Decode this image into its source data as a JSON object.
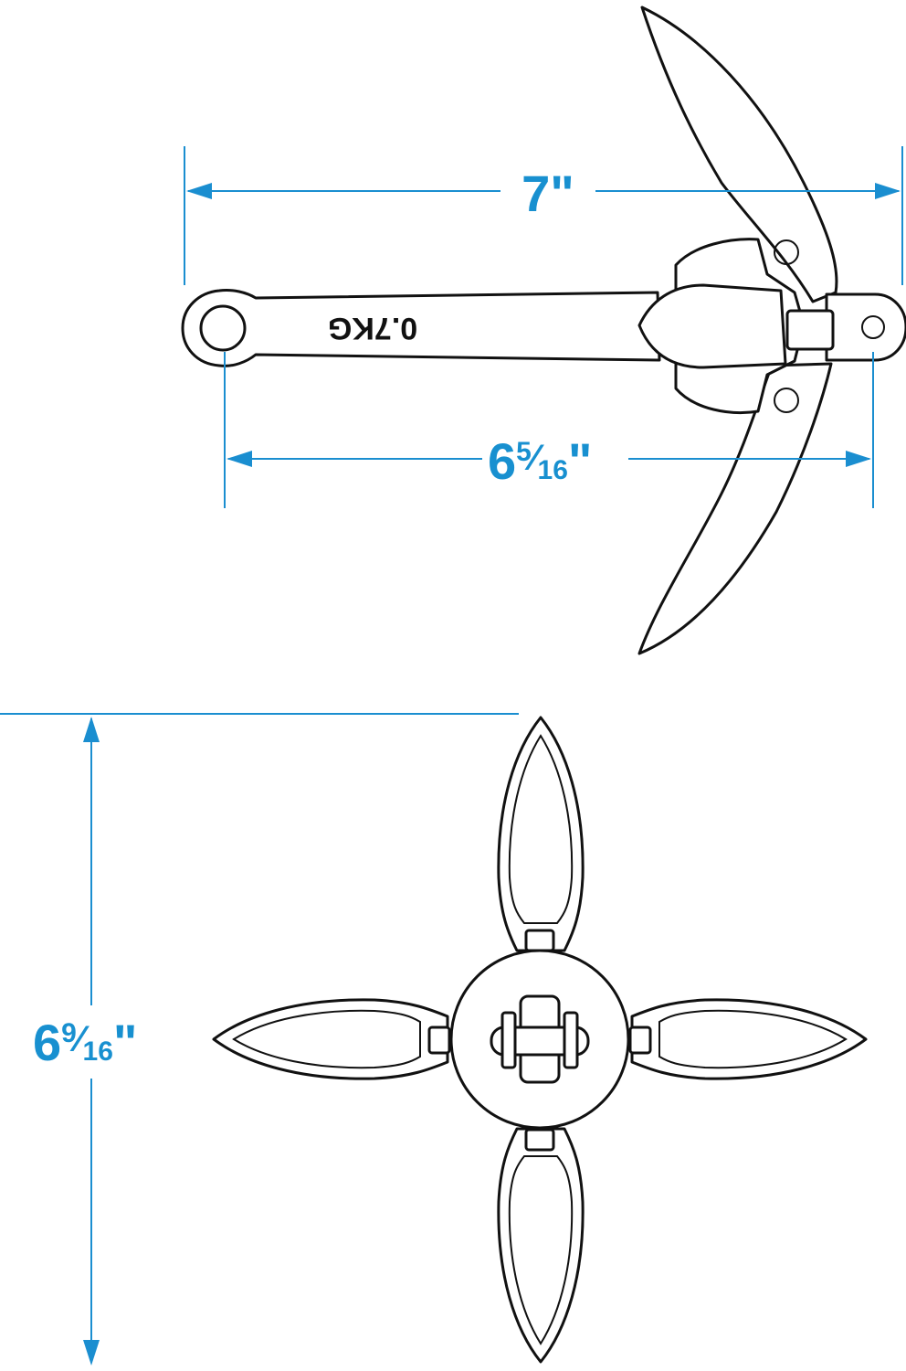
{
  "dimensions": {
    "overall_length": {
      "whole": "7",
      "unit": "\""
    },
    "eye_to_eye": {
      "whole": "6",
      "num": "5",
      "den": "16",
      "unit": "\""
    },
    "folded_height": {
      "whole": "6",
      "num": "9",
      "den": "16",
      "unit": "\""
    }
  },
  "stamp": "0.7KG",
  "colors": {
    "dimension": "#1a8ed0",
    "outline": "#111111",
    "background": "#ffffff"
  }
}
